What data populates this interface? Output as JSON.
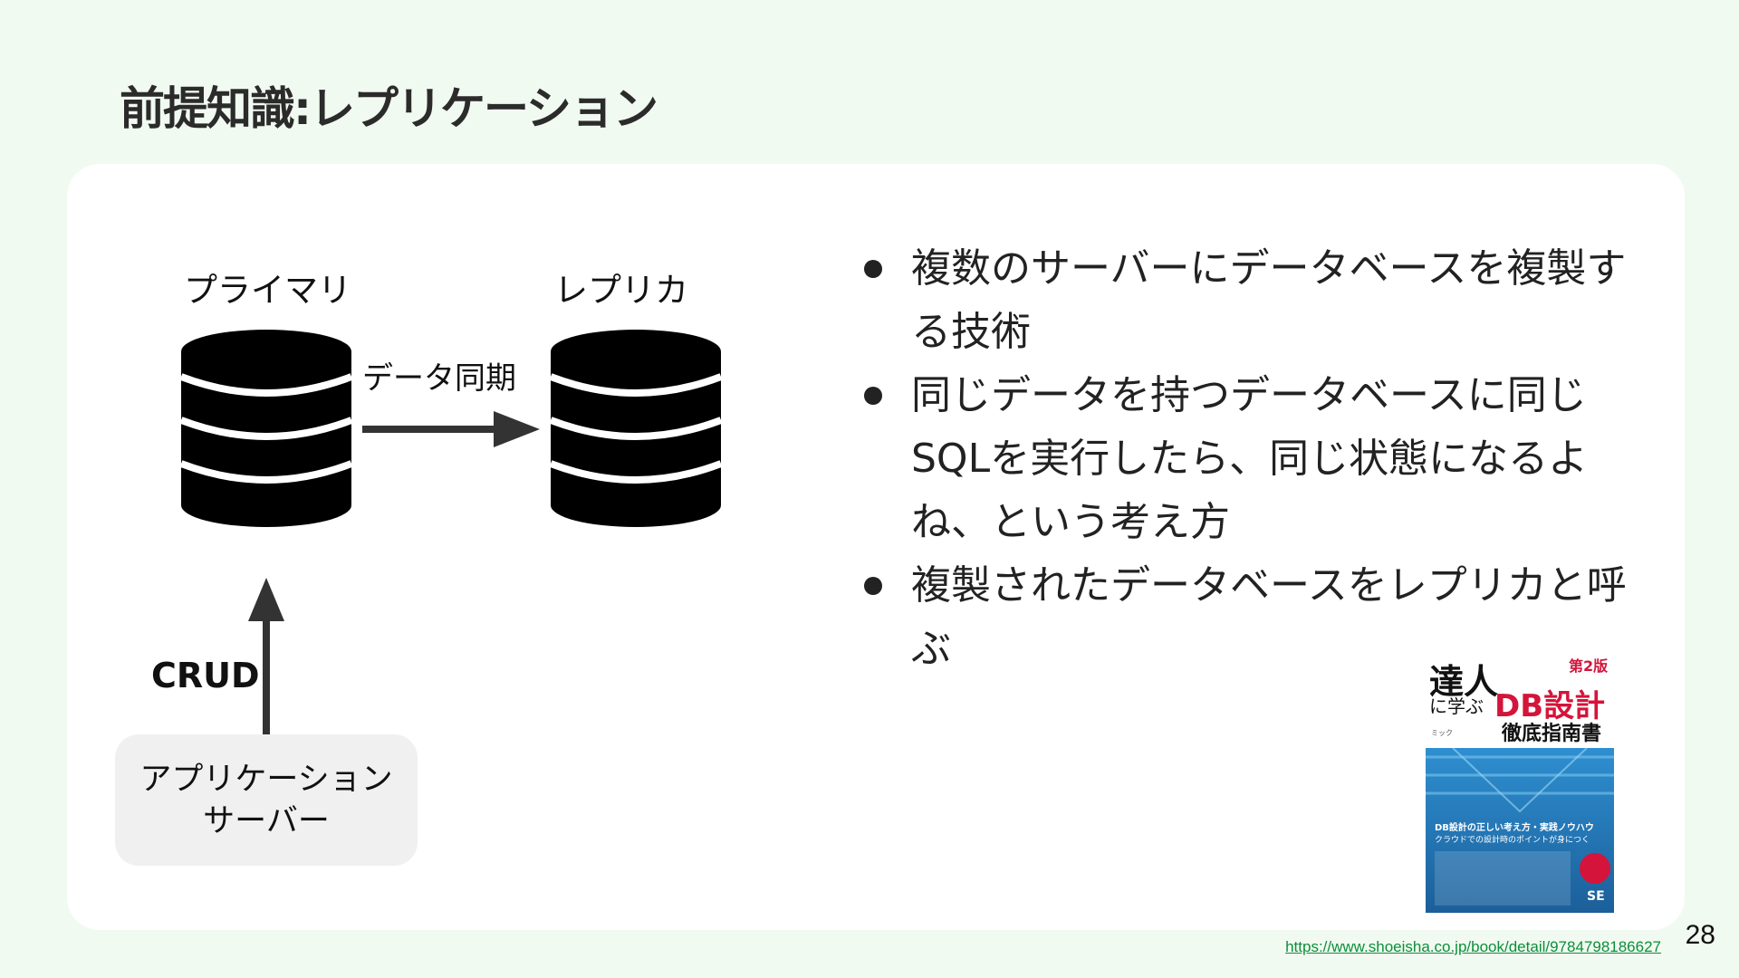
{
  "slide": {
    "title": "前提知識:レプリケーション",
    "page_number": "28",
    "source_url": "https://www.shoeisha.co.jp/book/detail/9784798186627"
  },
  "diagram": {
    "primary_label": "プライマリ",
    "replica_label": "レプリカ",
    "sync_label": "データ同期",
    "crud_label": "CRUD",
    "app_server_line1": "アプリケーション",
    "app_server_line2": "サーバー",
    "db_icon": "database-icon"
  },
  "bullets": [
    "複数のサーバーにデータベースを複製する技術",
    "同じデータを持つデータベースに同じSQLを実行したら、同じ状態になるよね、という考え方",
    "複製されたデータベースをレプリカと呼ぶ"
  ],
  "book": {
    "title_line1": "達人",
    "title_line2": "に学ぶ",
    "title_db": "DB設計",
    "title_sub": "徹底指南書",
    "edition": "第2版",
    "author": "ミック",
    "tagline1": "DB設計の正しい考え方・実践ノウハウ",
    "tagline2": "クラウドでの設計時のポイントが身につく",
    "publisher": "SE"
  },
  "colors": {
    "background": "#f1faf1",
    "card": "#ffffff",
    "link": "#0b8f3a",
    "arrow": "#333333"
  }
}
